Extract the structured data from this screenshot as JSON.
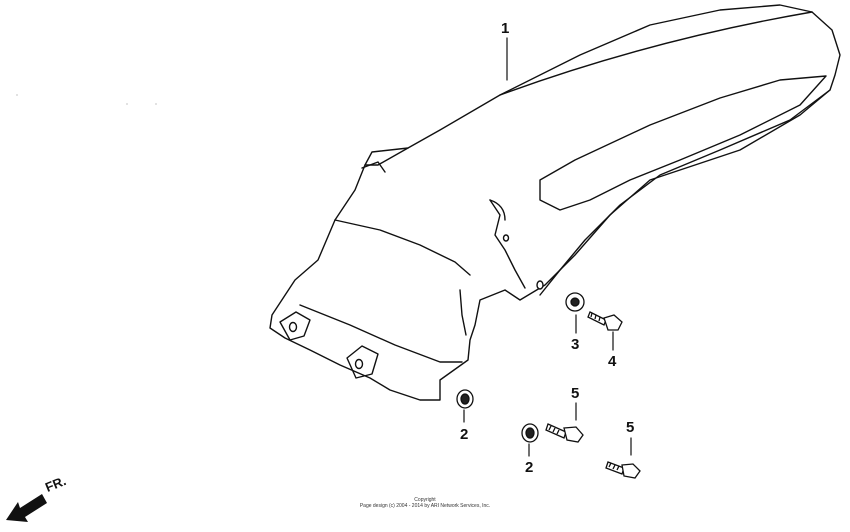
{
  "diagram": {
    "callouts": [
      {
        "id": "1",
        "label": "1"
      },
      {
        "id": "2a",
        "label": "2"
      },
      {
        "id": "2b",
        "label": "2"
      },
      {
        "id": "3",
        "label": "3"
      },
      {
        "id": "4",
        "label": "4"
      },
      {
        "id": "5a",
        "label": "5"
      },
      {
        "id": "5b",
        "label": "5"
      }
    ],
    "direction_label": "FR.",
    "copyright_line1": "Copyright",
    "copyright_line2": "Page design (c) 2004 - 2014 by ARI Network Services, Inc."
  }
}
